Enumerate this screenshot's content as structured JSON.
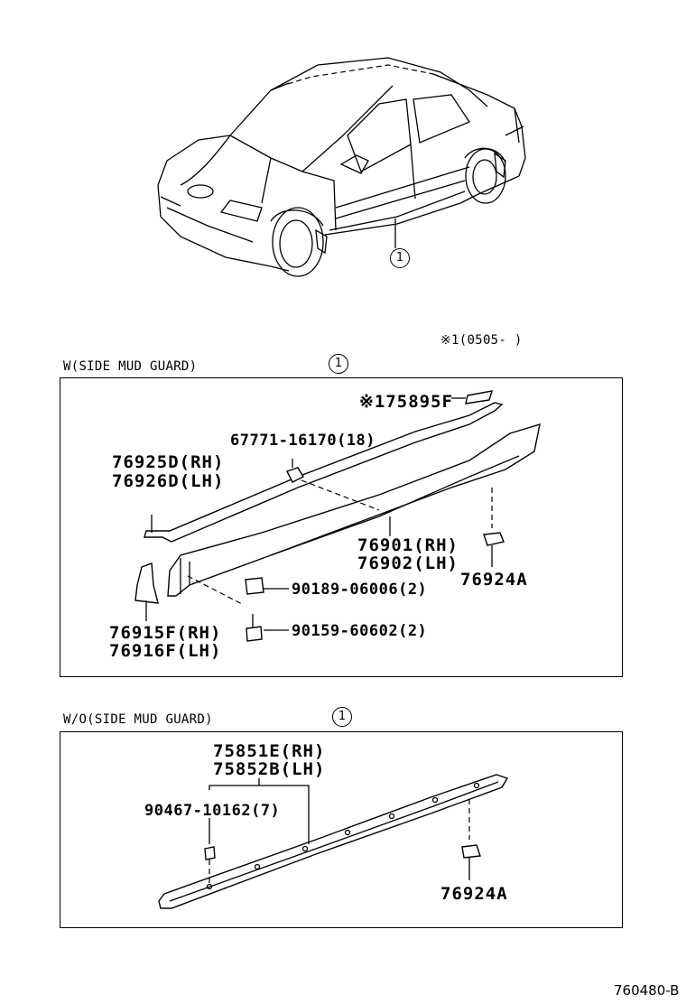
{
  "overview": {
    "callout": "1"
  },
  "note_top": "※1(0505-     )",
  "section_with": {
    "title": "W(SIDE MUD GUARD)",
    "callout": "1",
    "parts": {
      "p175895": "※175895F",
      "p67771": "67771-16170(18)",
      "p76925": "76925D(RH)",
      "p76926": "76926D(LH)",
      "p76901": "76901(RH)",
      "p76902": "76902(LH)",
      "p76924": "76924A",
      "p90189": "90189-06006(2)",
      "p90159": "90159-60602(2)",
      "p76915": "76915F(RH)",
      "p76916": "76916F(LH)"
    }
  },
  "section_without": {
    "title": "W/O(SIDE MUD GUARD)",
    "callout": "1",
    "parts": {
      "p75851": "75851E(RH)",
      "p75852": "75852B(LH)",
      "p90467": "90467-10162(7)",
      "p76924": "76924A"
    }
  },
  "figure_code": "760480-B"
}
